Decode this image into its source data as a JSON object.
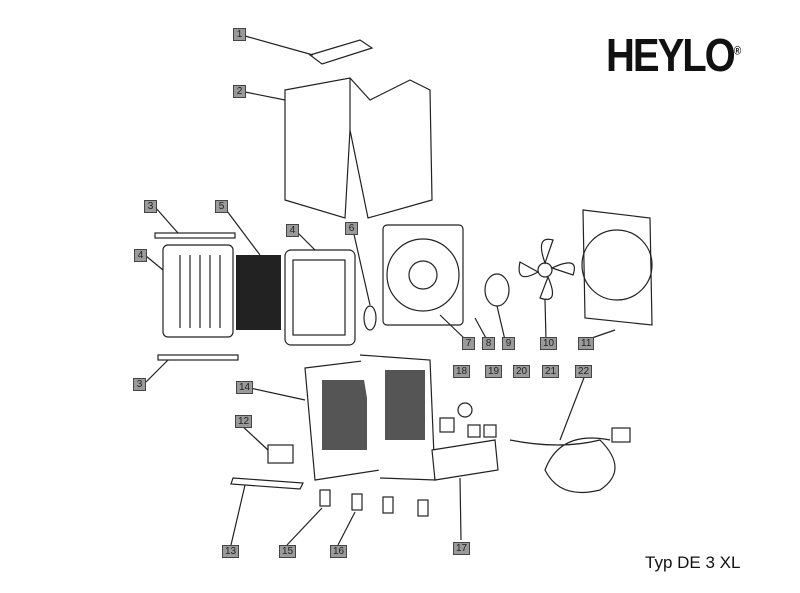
{
  "brand": "HEYLO",
  "registered": "®",
  "model": "Typ DE 3 XL",
  "labels": [
    "1",
    "2",
    "3",
    "4",
    "5",
    "4",
    "6",
    "7",
    "8",
    "9",
    "10",
    "11",
    "3",
    "14",
    "12",
    "13",
    "15",
    "16",
    "17",
    "18",
    "19",
    "20",
    "21",
    "22"
  ]
}
